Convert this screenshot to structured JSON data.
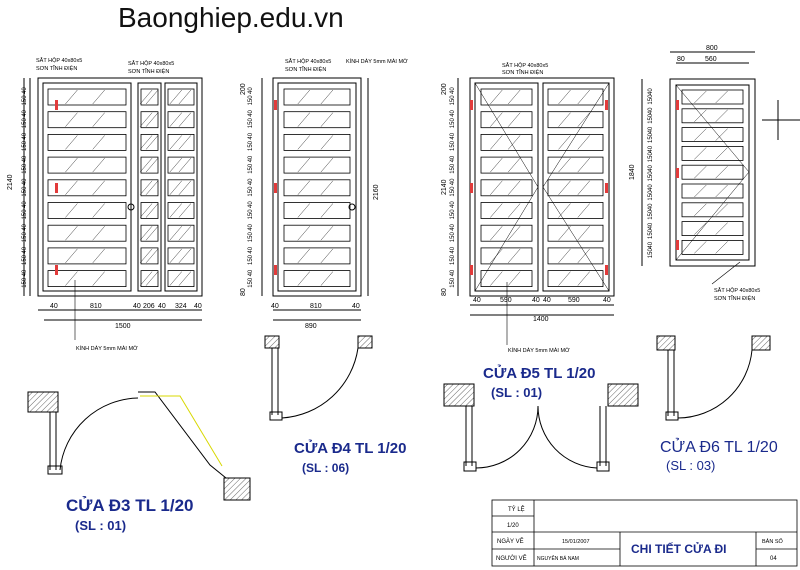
{
  "site_watermark": "Baonghiep.edu.vn",
  "doors": {
    "d3": {
      "title": "CỬA Đ3 TL 1/20",
      "qty": "(SL : 01)",
      "note_frame_1": "SẮT HỘP 40x80x5",
      "note_frame_2": "SƠN TĨNH ĐIỆN",
      "note_frame_3": "SẮT HỘP 40x80x5",
      "note_frame_4": "SƠN TĨNH ĐIỆN",
      "note_glass": "KÍNH DÀY 5mm MÀI MỜ",
      "height_total": "2140",
      "width_total": "1500",
      "width_parts": [
        "40",
        "810",
        "40",
        "206",
        "40",
        "324",
        "40"
      ]
    },
    "d4": {
      "title": "CỬA Đ4 TL 1/20",
      "qty": "(SL : 06)",
      "note_frame_1": "SẮT HỘP 40x80x5",
      "note_frame_2": "SƠN TĨNH ĐIỆN",
      "note_glass": "KÍNH DÀY 5mm MÀI MỜ",
      "height_total": "2160",
      "top": "200",
      "bottom": "80",
      "width_total": "890",
      "width_parts": [
        "40",
        "810",
        "40"
      ]
    },
    "d5": {
      "title": "CỬA Đ5 TL 1/20",
      "qty": "(SL : 01)",
      "note_frame_1": "SẮT HỘP 40x80x5",
      "note_frame_2": "SƠN TĨNH ĐIỆN",
      "note_glass": "KÍNH DÀY 5mm MÀI MỜ",
      "height_total": "2140",
      "top": "200",
      "bottom": "80",
      "width_total": "1400",
      "width_parts": [
        "40",
        "590",
        "40",
        "40",
        "590",
        "40"
      ]
    },
    "d6": {
      "title": "CỬA Đ6 TL 1/20",
      "qty": "(SL : 03)",
      "note_frame_1": "SẮT HỘP 40x80x5",
      "note_frame_2": "SƠN TĨNH ĐIỆN",
      "height_total": "1840",
      "width_total": "800",
      "width_inner": "560",
      "width_edge": "80"
    }
  },
  "row_dims": [
    "40",
    "150",
    "40",
    "150",
    "40",
    "150",
    "40",
    "150"
  ],
  "title_block": {
    "scale_label": "TỶ LỆ",
    "scale_value": "1/20",
    "date_label": "NGÀY VẼ",
    "date_value": "15/01/2007",
    "drawer_label": "NGƯỜI VẼ",
    "drawer_value": "NGUYỄN BÁ NAM",
    "sheet_title": "CHI TIẾT CỬA ĐI",
    "sheet_no_label": "BẢN SỐ",
    "sheet_no_value": "04"
  }
}
